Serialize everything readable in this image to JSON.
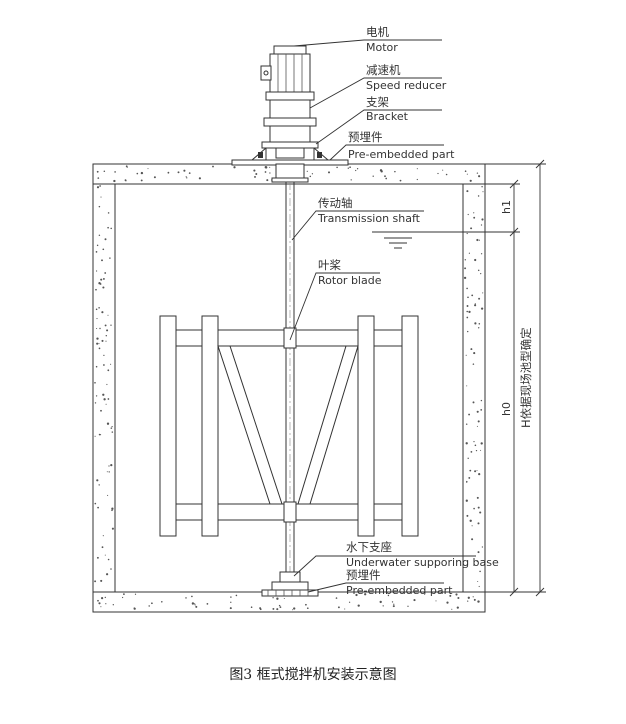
{
  "labels": {
    "motor_cn": "电机",
    "motor_en": "Motor",
    "reducer_cn": "减速机",
    "reducer_en": "Speed reducer",
    "bracket_cn": "支架",
    "bracket_en": "Bracket",
    "embedded_top_cn": "预埋件",
    "embedded_top_en": "Pre-embedded part",
    "shaft_cn": "传动轴",
    "shaft_en": "Transmission shaft",
    "blade_cn": "叶桨",
    "blade_en": "Rotor blade",
    "support_cn": "水下支座",
    "support_en": "Underwater supporing base",
    "embedded_bottom_cn": "预埋件",
    "embedded_bottom_en": "Pre-embedded part"
  },
  "dimensions": {
    "h1": "h1",
    "h0": "h0",
    "H": "H依据现场池型确定"
  },
  "caption": "图3  框式搅拌机安装示意图"
}
